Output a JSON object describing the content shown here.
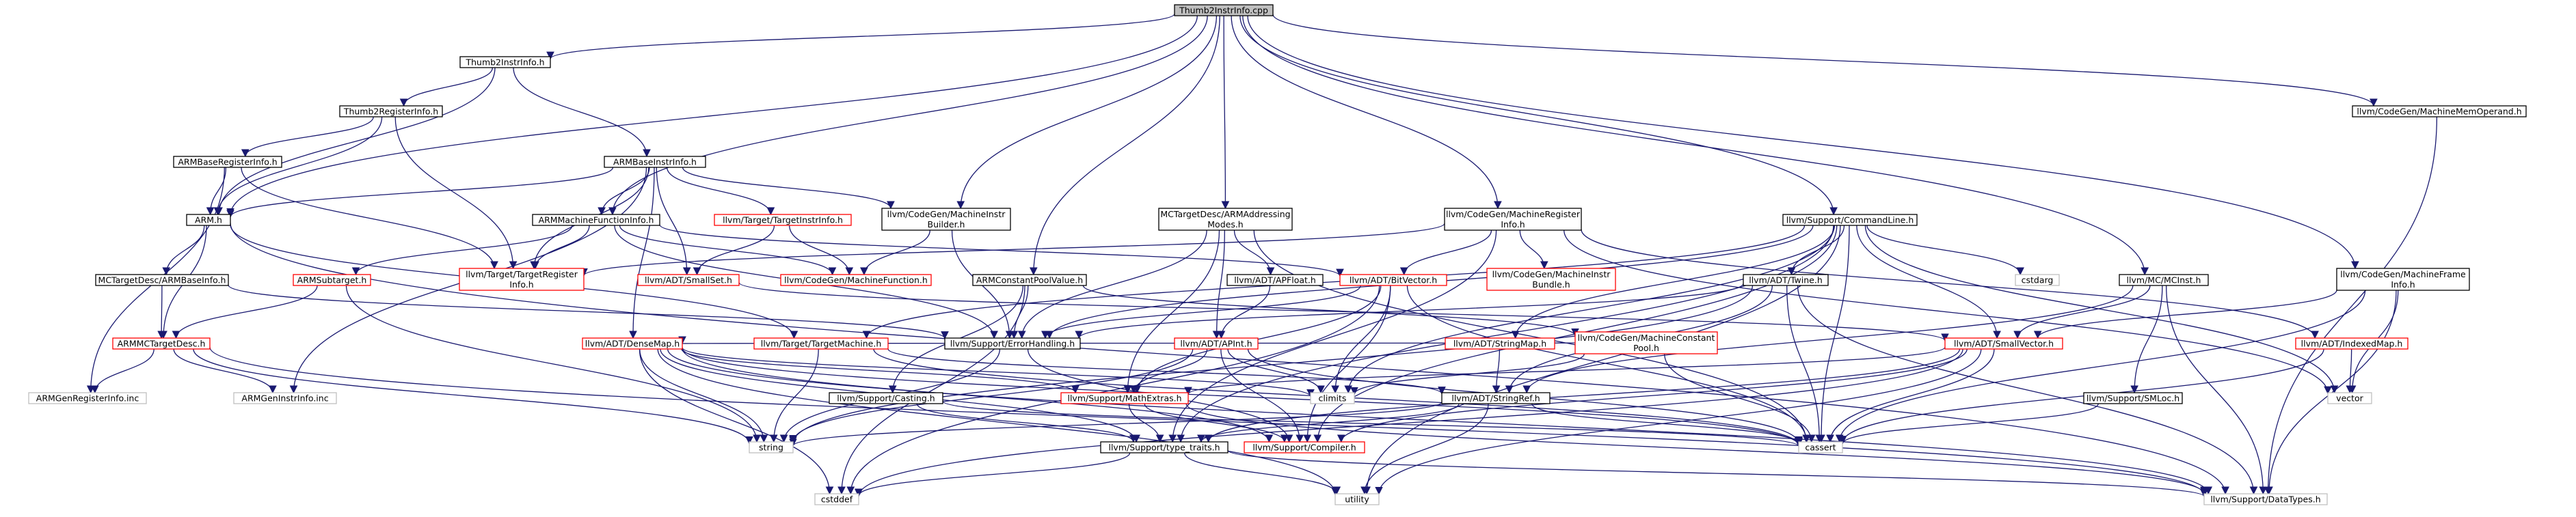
{
  "graph": {
    "nodes": [
      {
        "id": "root",
        "kind": "root",
        "lines": [
          "Thumb2InstrInfo.cpp"
        ]
      },
      {
        "id": "thumb2instrinfo_h",
        "kind": "link",
        "lines": [
          "Thumb2InstrInfo.h"
        ]
      },
      {
        "id": "thumb2registerinfo_h",
        "kind": "link",
        "lines": [
          "Thumb2RegisterInfo.h"
        ]
      },
      {
        "id": "armbaseregisterinfo_h",
        "kind": "link",
        "lines": [
          "ARMBaseRegisterInfo.h"
        ]
      },
      {
        "id": "armbaseinstrinfo_h",
        "kind": "link",
        "lines": [
          "ARMBaseInstrInfo.h"
        ]
      },
      {
        "id": "arm_h",
        "kind": "link",
        "lines": [
          "ARM.h"
        ]
      },
      {
        "id": "armmachinefunctioninfo_h",
        "kind": "link",
        "lines": [
          "ARMMachineFunctionInfo.h"
        ]
      },
      {
        "id": "targetinstrinfo_h",
        "kind": "red",
        "lines": [
          "llvm/Target/TargetInstrInfo.h"
        ]
      },
      {
        "id": "machineinstrbuilder_h",
        "kind": "link",
        "lines": [
          "llvm/CodeGen/MachineInstr",
          "Builder.h"
        ]
      },
      {
        "id": "armaddressingmodes_h",
        "kind": "link",
        "lines": [
          "MCTargetDesc/ARMAddressing",
          "Modes.h"
        ]
      },
      {
        "id": "machineregisterinfo_h",
        "kind": "link",
        "lines": [
          "llvm/CodeGen/MachineRegister",
          "Info.h"
        ]
      },
      {
        "id": "commandline_h",
        "kind": "link",
        "lines": [
          "llvm/Support/CommandLine.h"
        ]
      },
      {
        "id": "machinememoperand_h",
        "kind": "link",
        "lines": [
          "llvm/CodeGen/MachineMemOperand.h"
        ]
      },
      {
        "id": "mctargetdesc_armbaseinfo_h",
        "kind": "link",
        "lines": [
          "MCTargetDesc/ARMBaseInfo.h"
        ]
      },
      {
        "id": "armsubtarget_h",
        "kind": "red",
        "lines": [
          "ARMSubtarget.h"
        ]
      },
      {
        "id": "targetregisterinfo_h",
        "kind": "red",
        "lines": [
          "llvm/Target/TargetRegister",
          "Info.h"
        ]
      },
      {
        "id": "smallset_h",
        "kind": "red",
        "lines": [
          "llvm/ADT/SmallSet.h"
        ]
      },
      {
        "id": "machinefunction_h",
        "kind": "red",
        "lines": [
          "llvm/CodeGen/MachineFunction.h"
        ]
      },
      {
        "id": "armconstantpoolvalue_h",
        "kind": "link",
        "lines": [
          "ARMConstantPoolValue.h"
        ]
      },
      {
        "id": "apfloat_h",
        "kind": "link",
        "lines": [
          "llvm/ADT/APFloat.h"
        ]
      },
      {
        "id": "bitvector_h",
        "kind": "red",
        "lines": [
          "llvm/ADT/BitVector.h"
        ]
      },
      {
        "id": "machineinstrbundle_h",
        "kind": "red",
        "lines": [
          "llvm/CodeGen/MachineInstr",
          "Bundle.h"
        ]
      },
      {
        "id": "twine_h",
        "kind": "link",
        "lines": [
          "llvm/ADT/Twine.h"
        ]
      },
      {
        "id": "cstdarg",
        "kind": "gray",
        "lines": [
          "cstdarg"
        ]
      },
      {
        "id": "mcinst_h",
        "kind": "link",
        "lines": [
          "llvm/MC/MCInst.h"
        ]
      },
      {
        "id": "machineframeinfo_h",
        "kind": "link",
        "lines": [
          "llvm/CodeGen/MachineFrame",
          "Info.h"
        ]
      },
      {
        "id": "armmctargetdesc_h",
        "kind": "red",
        "lines": [
          "ARMMCTargetDesc.h"
        ]
      },
      {
        "id": "densemap_h",
        "kind": "red",
        "lines": [
          "llvm/ADT/DenseMap.h"
        ]
      },
      {
        "id": "targetmachine_h",
        "kind": "red",
        "lines": [
          "llvm/Target/TargetMachine.h"
        ]
      },
      {
        "id": "errorhandling_h",
        "kind": "link",
        "lines": [
          "llvm/Support/ErrorHandling.h"
        ]
      },
      {
        "id": "apint_h",
        "kind": "red",
        "lines": [
          "llvm/ADT/APInt.h"
        ]
      },
      {
        "id": "stringmap_h",
        "kind": "red",
        "lines": [
          "llvm/ADT/StringMap.h"
        ]
      },
      {
        "id": "machineconstantpool_h",
        "kind": "red",
        "lines": [
          "llvm/CodeGen/MachineConstant",
          "Pool.h"
        ]
      },
      {
        "id": "smallvector_h",
        "kind": "red",
        "lines": [
          "llvm/ADT/SmallVector.h"
        ]
      },
      {
        "id": "indexedmap_h",
        "kind": "red",
        "lines": [
          "llvm/ADT/IndexedMap.h"
        ]
      },
      {
        "id": "armgenregisterinfo_inc",
        "kind": "gray",
        "lines": [
          "ARMGenRegisterInfo.inc"
        ]
      },
      {
        "id": "armgeninstrinfo_inc",
        "kind": "gray",
        "lines": [
          "ARMGenInstrInfo.inc"
        ]
      },
      {
        "id": "casting_h",
        "kind": "link",
        "lines": [
          "llvm/Support/Casting.h"
        ]
      },
      {
        "id": "mathextras_h",
        "kind": "red",
        "lines": [
          "llvm/Support/MathExtras.h"
        ]
      },
      {
        "id": "climits",
        "kind": "gray",
        "lines": [
          "climits"
        ]
      },
      {
        "id": "stringref_h",
        "kind": "link",
        "lines": [
          "llvm/ADT/StringRef.h"
        ]
      },
      {
        "id": "smloc_h",
        "kind": "link",
        "lines": [
          "llvm/Support/SMLoc.h"
        ]
      },
      {
        "id": "vector",
        "kind": "gray",
        "lines": [
          "vector"
        ]
      },
      {
        "id": "string",
        "kind": "gray",
        "lines": [
          "string"
        ]
      },
      {
        "id": "type_traits_h",
        "kind": "link",
        "lines": [
          "llvm/Support/type_traits.h"
        ]
      },
      {
        "id": "compiler_h",
        "kind": "red",
        "lines": [
          "llvm/Support/Compiler.h"
        ]
      },
      {
        "id": "cassert",
        "kind": "gray",
        "lines": [
          "cassert"
        ]
      },
      {
        "id": "cstddef",
        "kind": "gray",
        "lines": [
          "cstddef"
        ]
      },
      {
        "id": "utility",
        "kind": "gray",
        "lines": [
          "utility"
        ]
      },
      {
        "id": "datatypes_h",
        "kind": "gray",
        "lines": [
          "llvm/Support/DataTypes.h"
        ]
      }
    ]
  }
}
